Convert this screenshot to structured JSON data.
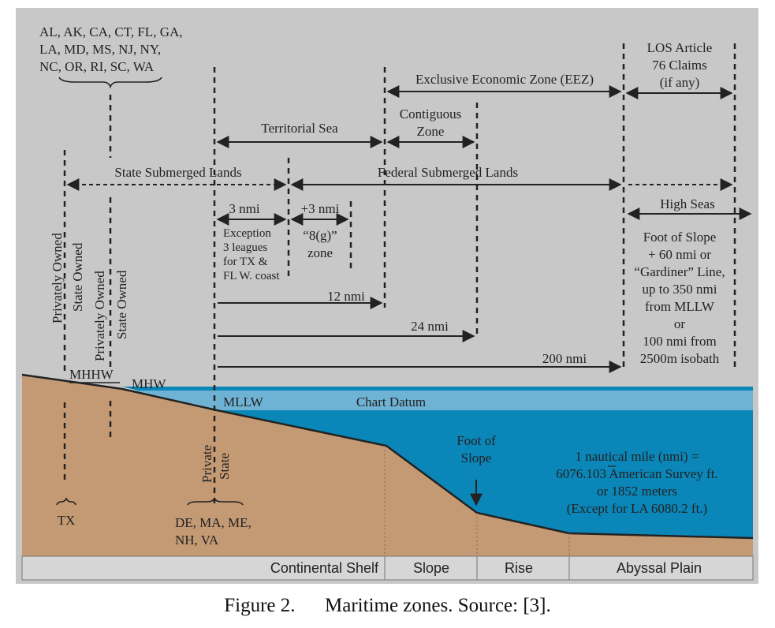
{
  "figure": {
    "states_group": [
      "AL, AK, CA, CT, FL, GA,",
      "LA, MD, MS, NJ, NY,",
      "NC, OR, RI, SC, WA"
    ],
    "los_article": [
      "LOS Article",
      "76 Claims",
      "(if any)"
    ],
    "eez": "Exclusive Economic Zone (EEZ)",
    "contiguous_zone": [
      "Contiguous",
      "Zone"
    ],
    "territorial_sea": "Territorial Sea",
    "state_submerged_lands": "State Submerged Lands",
    "federal_submerged_lands": "Federal Submerged Lands",
    "high_seas": "High Seas",
    "three_nmi": "3 nmi",
    "plus_three_nmi": "+3 nmi",
    "exception": [
      "Exception",
      "3 leagues",
      "for TX &",
      "FL W. coast"
    ],
    "eight_g": [
      "“8(g)”",
      "zone"
    ],
    "twelve_nmi": "12 nmi",
    "twentyfour_nmi": "24 nmi",
    "two_hundred_nmi": "200 nmi",
    "foot_of_slope_rule": [
      "Foot of Slope",
      "+ 60 nmi or",
      "“Gardiner” Line,",
      "up to 350 nmi",
      "from MLLW",
      "or",
      "100 nmi from",
      "2500m isobath"
    ],
    "privately_owned": "Privately Owned",
    "state_owned": "State Owned",
    "mhhw": "MHHW",
    "mhw": "MHW",
    "mllw": "MLLW",
    "chart_datum": "Chart Datum",
    "foot_of_slope": [
      "Foot of",
      "Slope"
    ],
    "nmi_definition": [
      "1 nautical mile (nmi) =",
      "6076.103 American Survey ft.",
      "or 1852 meters",
      "(Except for LA 6080.2 ft.)"
    ],
    "tx": "TX",
    "private": "Private",
    "state": "State",
    "states_bottom": [
      "DE, MA, ME,",
      "NH,  VA"
    ],
    "seafloor": [
      "Continental Shelf",
      "Slope",
      "Rise",
      "Abyssal Plain"
    ],
    "colors": {
      "background": "#c8c8c8",
      "land": "#c49a74",
      "water": "#0a86b8",
      "datum_band": "#6fb3d4",
      "bottom_bar": "#d6d6d6"
    }
  },
  "caption": {
    "label": "Figure 2.",
    "text": "Maritime zones. Source: [3]."
  }
}
